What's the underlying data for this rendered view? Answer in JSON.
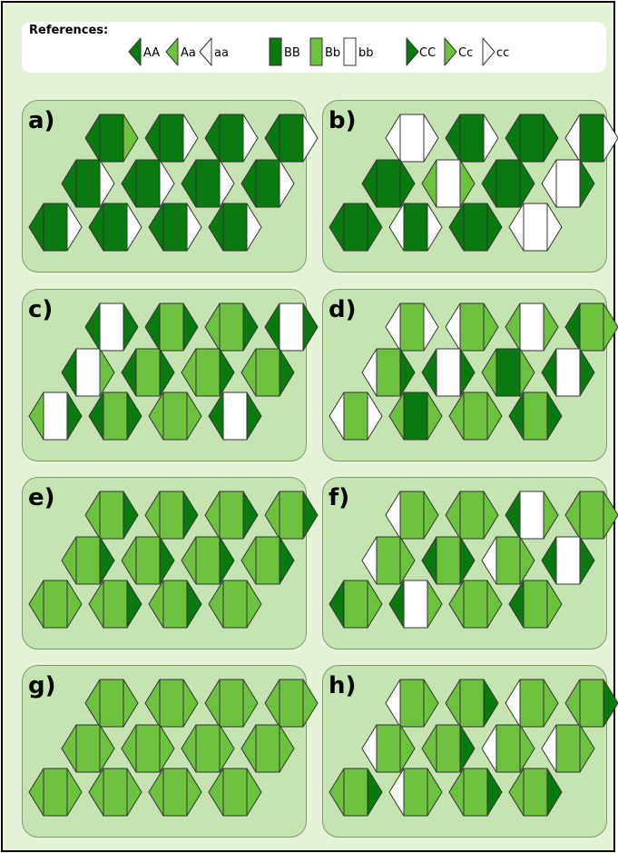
{
  "references": {
    "title": "References:",
    "a_labels": [
      "AA",
      "Aa",
      "aa"
    ],
    "b_labels": [
      "BB",
      "Bb",
      "bb"
    ],
    "c_labels": [
      "CC",
      "Cc",
      "cc"
    ]
  },
  "colors": {
    "dominant": "#0a7a10",
    "heterozygous": "#6cc23e",
    "recessive": "#ffffff",
    "panel": "#c6e3b2",
    "background": "#e6f2d8"
  },
  "panels": [
    {
      "label": "a)",
      "genotypes": [
        "AABBCc",
        "AABBcc",
        "AABBcc",
        "AABBcc",
        "AABBcc",
        "AABBcc",
        "AABBcc",
        "AABBcc",
        "AABBcc",
        "AABBcc",
        "AABBcc",
        "AABBcc"
      ]
    },
    {
      "label": "b)",
      "genotypes": [
        "aabbcc",
        "AABBcc",
        "AABBCC",
        "aaBBcc",
        "AABBCC",
        "AabbCc",
        "AABBCC",
        "aabbCC",
        "AABBCC",
        "aaBBcc",
        "AABBCC",
        "aabbcc"
      ]
    },
    {
      "label": "c)",
      "genotypes": [
        "AAbbCC",
        "AABbCC",
        "AaBbCC",
        "AAbbCC",
        "AAbbCc",
        "AABbCC",
        "AaBbCC",
        "AaBbCC",
        "AabbCC",
        "AABbCC",
        "AaBbCc",
        "AAbbCC"
      ]
    },
    {
      "label": "d)",
      "genotypes": [
        "aaBbcc",
        "aaBbCc",
        "AabbCc",
        "AABbCc",
        "aaBbCC",
        "AAbbCC",
        "AaBBCc",
        "AAbbCC",
        "aaBbcc",
        "AaBBCc",
        "AaBbCc",
        "AABbCC"
      ]
    },
    {
      "label": "e)",
      "genotypes": [
        "AaBbCC",
        "AaBbCC",
        "AaBbCC",
        "AaBbCC",
        "AaBbCC",
        "AaBbCC",
        "AaBbCC",
        "AaBbCC",
        "AaBbCc",
        "AaBbCC",
        "AaBbCC",
        "AaBbCc"
      ]
    },
    {
      "label": "f)",
      "genotypes": [
        "aaBbCc",
        "AaBbCc",
        "AAbbCc",
        "AaBbCc",
        "aaBbCc",
        "AABbCC",
        "aaBbCc",
        "AAbbCC",
        "AABbCc",
        "AAbbCc",
        "AaBbCc",
        "AABbCc"
      ]
    },
    {
      "label": "g)",
      "genotypes": [
        "AaBbCc",
        "AaBbCc",
        "AaBbCc",
        "AaBbCc",
        "AaBbCc",
        "AaBbCc",
        "AaBbCc",
        "AaBbCc",
        "AaBbCc",
        "AaBbCc",
        "AaBbCc",
        "AaBbCc"
      ]
    },
    {
      "label": "h)",
      "genotypes": [
        "aaBbCc",
        "AaBbCC",
        "aaBbCc",
        "AaBbCC",
        "aaBbCc",
        "AaBbCC",
        "aaBbCc",
        "aaBbCc",
        "AaBbCC",
        "aaBbCc",
        "AaBbCC",
        "AaBbCC"
      ]
    }
  ]
}
